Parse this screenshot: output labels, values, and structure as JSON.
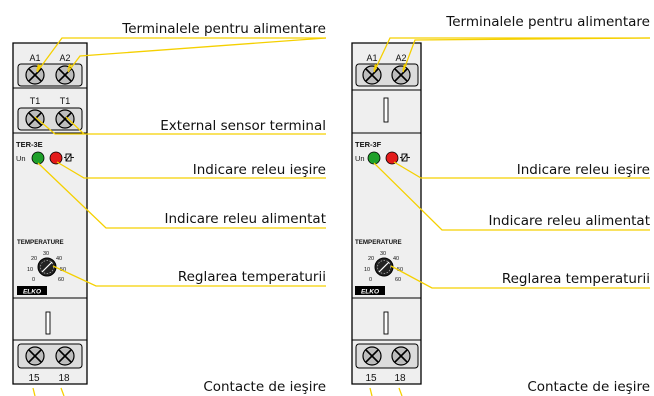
{
  "colors": {
    "leader": "#f5d000",
    "body": "#efefef",
    "outline": "#000000",
    "led_green": "#1fa02a",
    "led_red": "#e31b1b",
    "logo_bg": "#000000",
    "logo_text": "#ffffff"
  },
  "left_device": {
    "model": "TER-3E",
    "top_terminals": [
      "A1",
      "A2"
    ],
    "sensor_terminals": [
      "T1",
      "T1"
    ],
    "bottom_terminals": [
      "15",
      "18"
    ],
    "un_label": "Un",
    "relay_icon": "relay-coil-icon",
    "dial_label": "TEMPERATURE",
    "dial_scale": [
      "0",
      "10",
      "20",
      "30",
      "40",
      "50",
      "60"
    ],
    "logo": "ELKO"
  },
  "right_device": {
    "model": "TER-3F",
    "top_terminals": [
      "A1",
      "A2"
    ],
    "bottom_terminals": [
      "15",
      "18"
    ],
    "un_label": "Un",
    "relay_icon": "relay-coil-icon",
    "dial_label": "TEMPERATURE",
    "dial_scale": [
      "0",
      "10",
      "20",
      "30",
      "40",
      "50",
      "60"
    ],
    "logo": "ELKO"
  },
  "callouts_left": [
    "Terminalele pentru alimentare",
    "External sensor terminal",
    "Indicare releu ieşire",
    "Indicare releu alimentat",
    "Reglarea temperaturii",
    "Contacte de ieşire"
  ],
  "callouts_right": [
    "Terminalele pentru alimentare",
    "Indicare releu ieşire",
    "Indicare releu alimentat",
    "Reglarea temperaturii",
    "Contacte de ieşire"
  ]
}
